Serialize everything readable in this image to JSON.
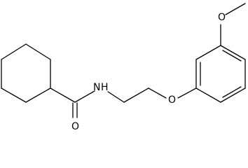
{
  "molecule": {
    "atoms": {
      "amine_nitrogen": "N",
      "amine_hydrogen": "H",
      "carbonyl_oxygen": "O",
      "ether_oxygen": "O",
      "methoxy_oxygen": "O"
    }
  }
}
